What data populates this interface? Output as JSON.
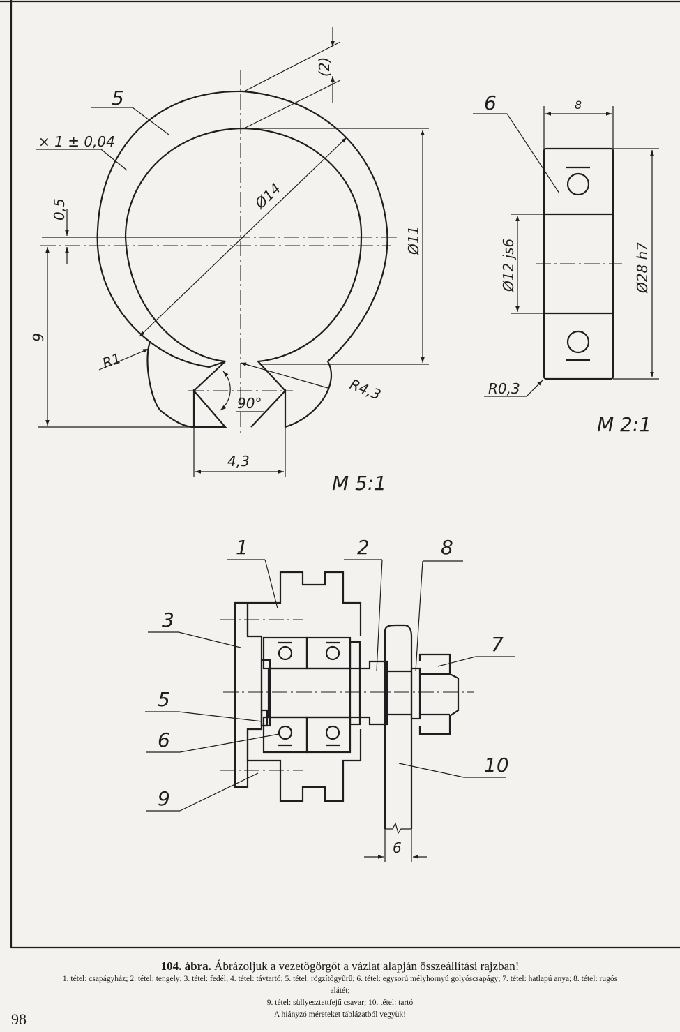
{
  "ring_drawing": {
    "part_label": "5",
    "thickness_dim": "× 1 ± 0,04",
    "offset_dim": "0,5",
    "height_dim": "9",
    "outer_radius_dim": "(2)",
    "diameter_14": "Ø14",
    "diameter_11": "Ø11",
    "radius_1": "R1",
    "radius_43": "R4,3",
    "angle_dim": "90°",
    "gap_width_dim": "4,3",
    "scale": "M 5:1"
  },
  "bearing_drawing": {
    "part_label": "6",
    "width_dim": "8",
    "inner_diameter_dim": "Ø12 js6",
    "outer_diameter_dim": "Ø28 h7",
    "corner_radius_dim": "R0,3",
    "scale": "M 2:1"
  },
  "assembly_sketch": {
    "labels": [
      "1",
      "2",
      "8",
      "3",
      "7",
      "5",
      "6",
      "10",
      "9"
    ],
    "plate_thickness_dim": "6"
  },
  "caption": {
    "figure_number": "104. ábra.",
    "title": "Ábrázoljuk a vezetőgörgőt a vázlat alapján összeállítási rajzban!",
    "parts_line_1": "1. tétel: csapágyház; 2. tétel: tengely; 3. tétel: fedél; 4. tétel: távtartó; 5. tétel: rögzítőgyűrű; 6. tétel: egysorú mélyhornyú golyóscsapágy; 7. tétel: hatlapú anya; 8. tétel: rugós",
    "parts_line_2": "alátét;",
    "parts_line_3": "9. tétel: süllyesztettfejű csavar; 10. tétel: tartó",
    "note": "A hiányzó méreteket táblázatból vegyük!"
  },
  "page_number": "98"
}
